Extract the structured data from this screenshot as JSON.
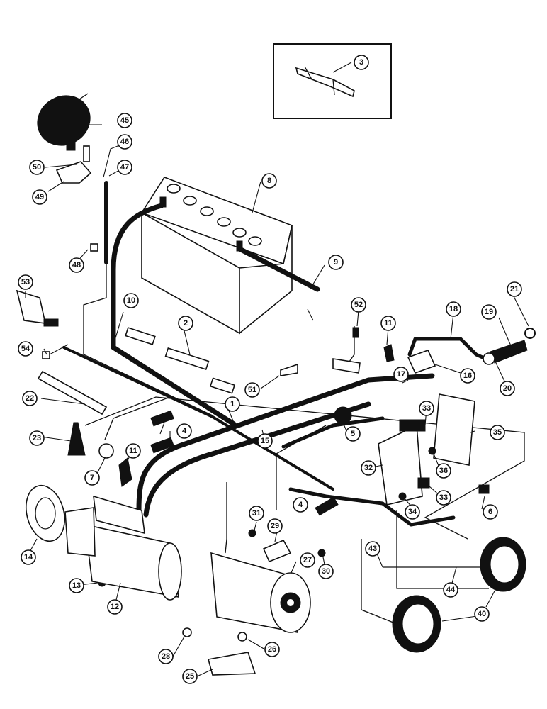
{
  "callouts": [
    {
      "id": "1",
      "label": "1"
    },
    {
      "id": "2",
      "label": "2"
    },
    {
      "id": "3",
      "label": "3"
    },
    {
      "id": "4a",
      "label": "4"
    },
    {
      "id": "4b",
      "label": "4"
    },
    {
      "id": "5",
      "label": "5"
    },
    {
      "id": "6",
      "label": "6"
    },
    {
      "id": "7",
      "label": "7"
    },
    {
      "id": "8",
      "label": "8"
    },
    {
      "id": "9",
      "label": "9"
    },
    {
      "id": "10",
      "label": "10"
    },
    {
      "id": "11a",
      "label": "11"
    },
    {
      "id": "11b",
      "label": "11"
    },
    {
      "id": "12",
      "label": "12"
    },
    {
      "id": "13",
      "label": "13"
    },
    {
      "id": "14",
      "label": "14"
    },
    {
      "id": "15",
      "label": "15"
    },
    {
      "id": "16",
      "label": "16"
    },
    {
      "id": "17",
      "label": "17"
    },
    {
      "id": "18",
      "label": "18"
    },
    {
      "id": "19",
      "label": "19"
    },
    {
      "id": "20",
      "label": "20"
    },
    {
      "id": "21",
      "label": "21"
    },
    {
      "id": "22",
      "label": "22"
    },
    {
      "id": "23",
      "label": "23"
    },
    {
      "id": "25",
      "label": "25"
    },
    {
      "id": "26",
      "label": "26"
    },
    {
      "id": "27",
      "label": "27"
    },
    {
      "id": "28",
      "label": "28"
    },
    {
      "id": "29",
      "label": "29"
    },
    {
      "id": "30",
      "label": "30"
    },
    {
      "id": "31",
      "label": "31"
    },
    {
      "id": "32",
      "label": "32"
    },
    {
      "id": "33a",
      "label": "33"
    },
    {
      "id": "33b",
      "label": "33"
    },
    {
      "id": "34",
      "label": "34"
    },
    {
      "id": "35",
      "label": "35"
    },
    {
      "id": "36",
      "label": "36"
    },
    {
      "id": "40",
      "label": "40"
    },
    {
      "id": "43",
      "label": "43"
    },
    {
      "id": "44",
      "label": "44"
    },
    {
      "id": "45",
      "label": "45"
    },
    {
      "id": "46",
      "label": "46"
    },
    {
      "id": "47",
      "label": "47"
    },
    {
      "id": "48",
      "label": "48"
    },
    {
      "id": "49",
      "label": "49"
    },
    {
      "id": "50",
      "label": "50"
    },
    {
      "id": "51",
      "label": "51"
    },
    {
      "id": "52",
      "label": "52"
    },
    {
      "id": "53",
      "label": "53"
    },
    {
      "id": "54",
      "label": "54"
    }
  ],
  "colors": {
    "ink": "#111111",
    "paper": "#ffffff"
  }
}
